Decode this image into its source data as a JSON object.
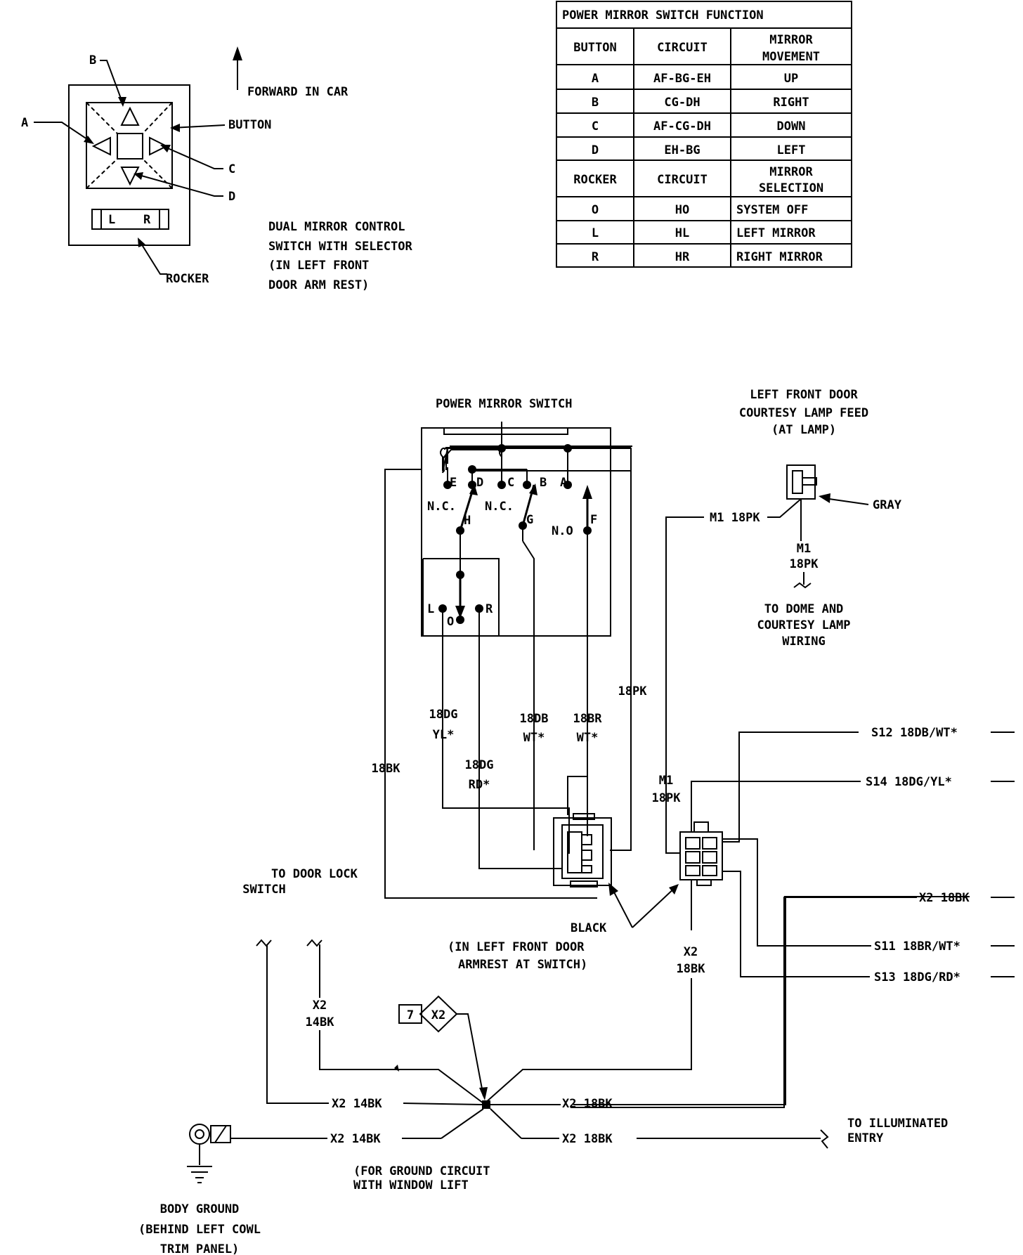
{
  "table": {
    "title": "POWER MIRROR SWITCH FUNCTION",
    "headers": [
      "BUTTON",
      "CIRCUIT",
      "MIRROR",
      "MOVEMENT"
    ],
    "buttons": [
      {
        "button": "A",
        "circuit": "AF-BG-EH",
        "movement": "UP"
      },
      {
        "button": "B",
        "circuit": "CG-DH",
        "movement": "RIGHT"
      },
      {
        "button": "C",
        "circuit": "AF-CG-DH",
        "movement": "DOWN"
      },
      {
        "button": "D",
        "circuit": "EH-BG",
        "movement": "LEFT"
      }
    ],
    "rocker_headers": [
      "ROCKER",
      "CIRCUIT",
      "MIRROR",
      "SELECTION"
    ],
    "rockers": [
      {
        "rocker": "O",
        "circuit": "HO",
        "selection": "SYSTEM OFF"
      },
      {
        "rocker": "L",
        "circuit": "HL",
        "selection": "LEFT MIRROR"
      },
      {
        "rocker": "R",
        "circuit": "HR",
        "selection": "RIGHT MIRROR"
      }
    ]
  },
  "top_diagram": {
    "label_b": "B",
    "label_a": "A",
    "label_c": "C",
    "label_d": "D",
    "button": "BUTTON",
    "rocker": "ROCKER",
    "rocker_l": "L",
    "rocker_r": "R",
    "forward": "FORWARD IN CAR",
    "caption": [
      "DUAL MIRROR CONTROL",
      "SWITCH WITH SELECTOR",
      "(IN LEFT FRONT",
      "DOOR ARM REST)"
    ]
  },
  "switch": {
    "title": "POWER MIRROR SWITCH",
    "contacts": {
      "e": "E",
      "d": "D",
      "c": "C",
      "b": "B",
      "a": "A",
      "h": "H",
      "g": "G",
      "f": "F",
      "l": "L",
      "o": "O",
      "r": "R"
    },
    "nc1": "N.C.",
    "nc2": "N.C.",
    "no": "N.O"
  },
  "lamp": {
    "title": [
      "LEFT FRONT DOOR",
      "COURTESY LAMP FEED",
      "(AT LAMP)"
    ],
    "gray": "GRAY",
    "m1_18pk": "M1 18PK",
    "m1": "M1",
    "pk18": "18PK",
    "dome": [
      "TO DOME AND",
      "COURTESY LAMP",
      "WIRING"
    ]
  },
  "wires": {
    "w18dg": "18DG",
    "yl": "YL*",
    "w18db": "18DB",
    "wt1": "WT*",
    "w18br": "18BR",
    "wt2": "WT*",
    "w18pk": "18PK",
    "w18bk": "18BK",
    "w18dg2": "18DG",
    "rd": "RD*",
    "m1": "M1",
    "m1_18pk": "18PK",
    "x2": "X2",
    "x2_18bk": "18BK",
    "x2b": "X2",
    "x2_14bk": "14BK"
  },
  "right_labels": {
    "s12": "S12 18DB/WT*",
    "s14": "S14 18DG/YL*",
    "x2": "X2 18BK",
    "s11": "S11 18BR/WT*",
    "s13": "S13 18DG/RD*"
  },
  "connector": {
    "black": "BLACK",
    "loc": [
      "(IN LEFT FRONT DOOR",
      "ARMREST AT SWITCH)"
    ]
  },
  "bottom": {
    "door_lock": [
      "TO DOOR LOCK",
      "SWITCH"
    ],
    "splice_num": "7",
    "splice_x2": "X2",
    "x2_14bk_a": "X2 14BK",
    "x2_14bk_b": "X2 14BK",
    "x2_18bk_a": "X2 18BK",
    "x2_18bk_b": "X2 18BK",
    "ground_circuit": [
      "(FOR GROUND CIRCUIT",
      "WITH WINDOW LIFT"
    ],
    "body_ground": [
      "BODY GROUND",
      "(BEHIND LEFT COWL",
      "TRIM PANEL)"
    ],
    "illuminated": [
      "TO ILLUMINATED",
      "ENTRY"
    ]
  }
}
